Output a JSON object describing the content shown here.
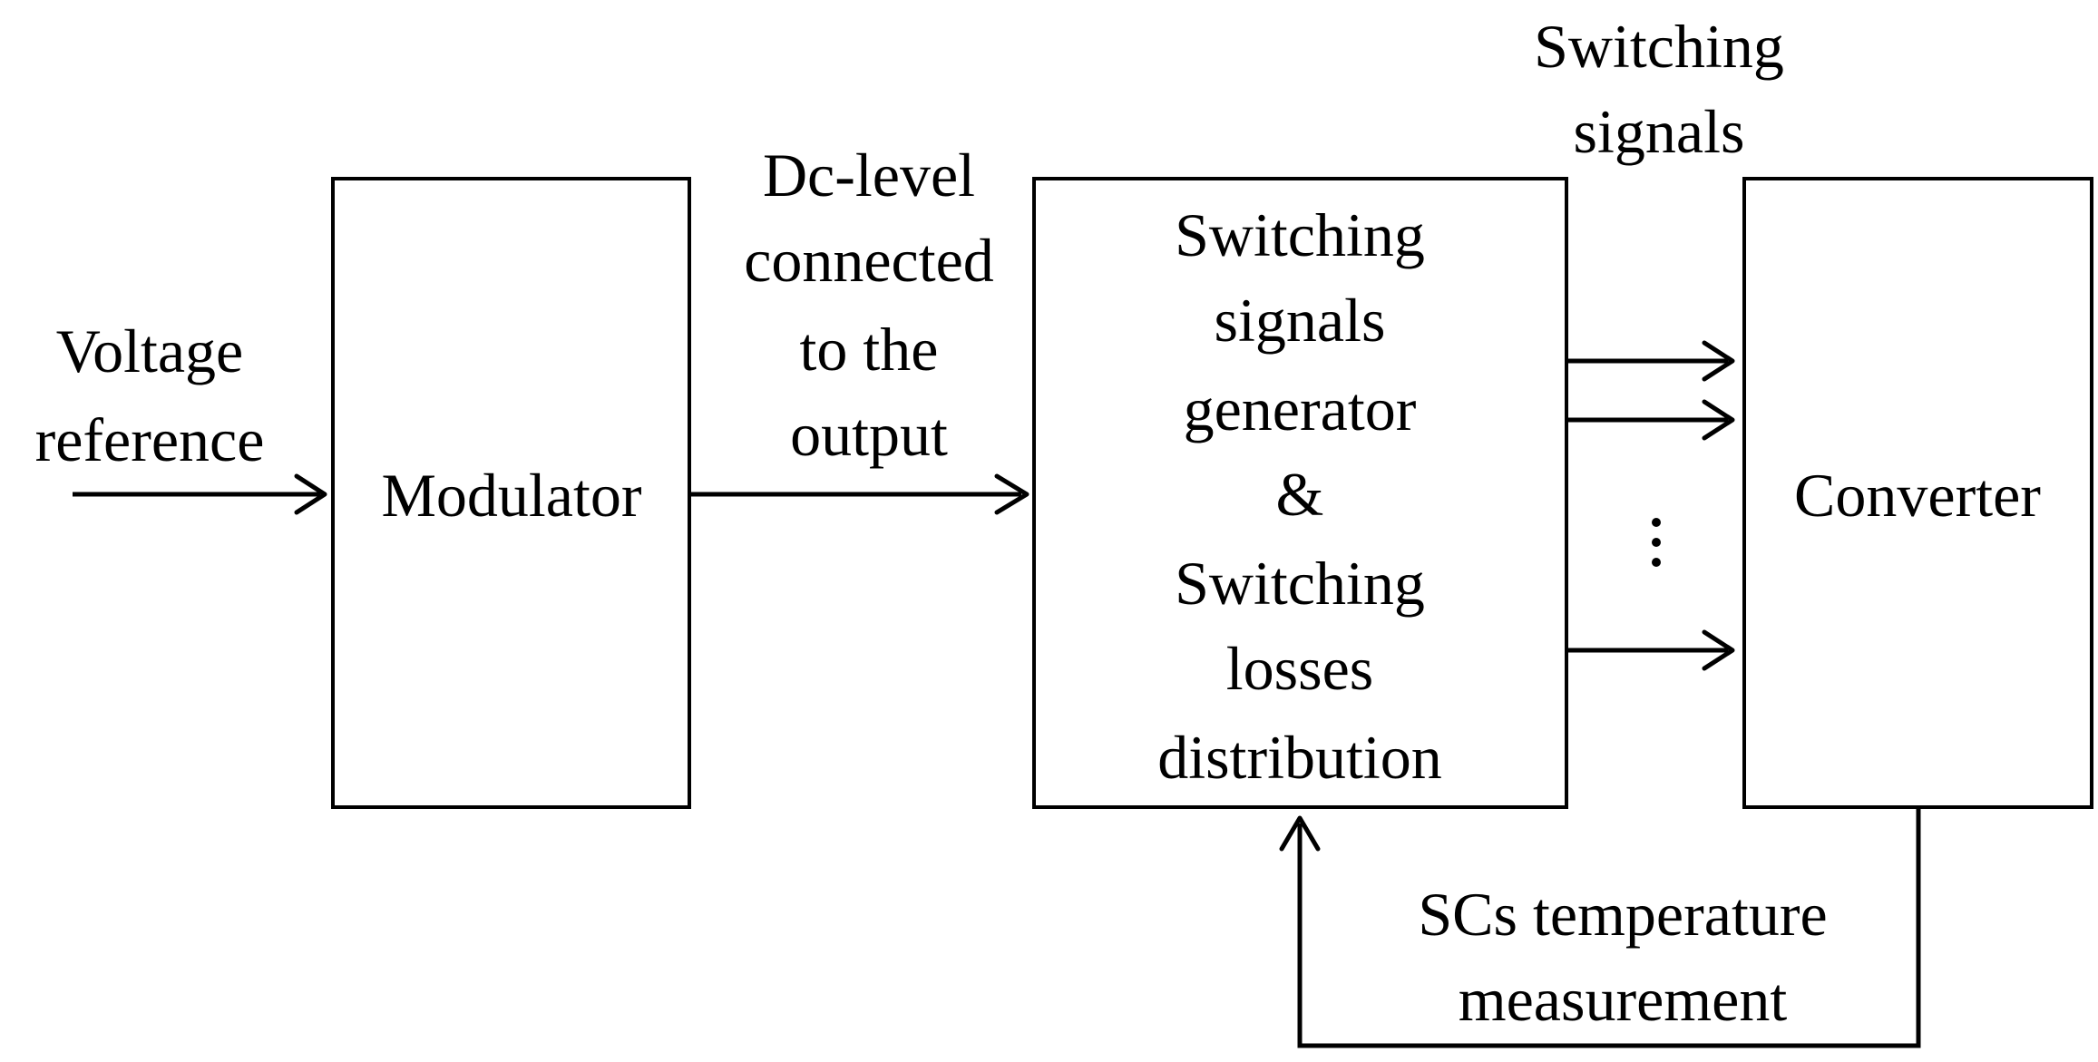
{
  "labels": {
    "voltage_reference": [
      "Voltage",
      "reference"
    ],
    "dc_level": [
      "Dc-level",
      "connected",
      "to the",
      "output"
    ],
    "switching_signals_top": [
      "Switching",
      "signals"
    ],
    "sc_temperature": [
      "SCs temperature",
      "measurement"
    ]
  },
  "blocks": {
    "modulator": [
      "Modulator"
    ],
    "generator": [
      "Switching",
      "signals",
      "generator",
      "&",
      "Switching",
      "losses",
      "distribution"
    ],
    "converter": [
      "Converter"
    ]
  },
  "colors": {
    "stroke": "#000000",
    "background": "#ffffff"
  }
}
